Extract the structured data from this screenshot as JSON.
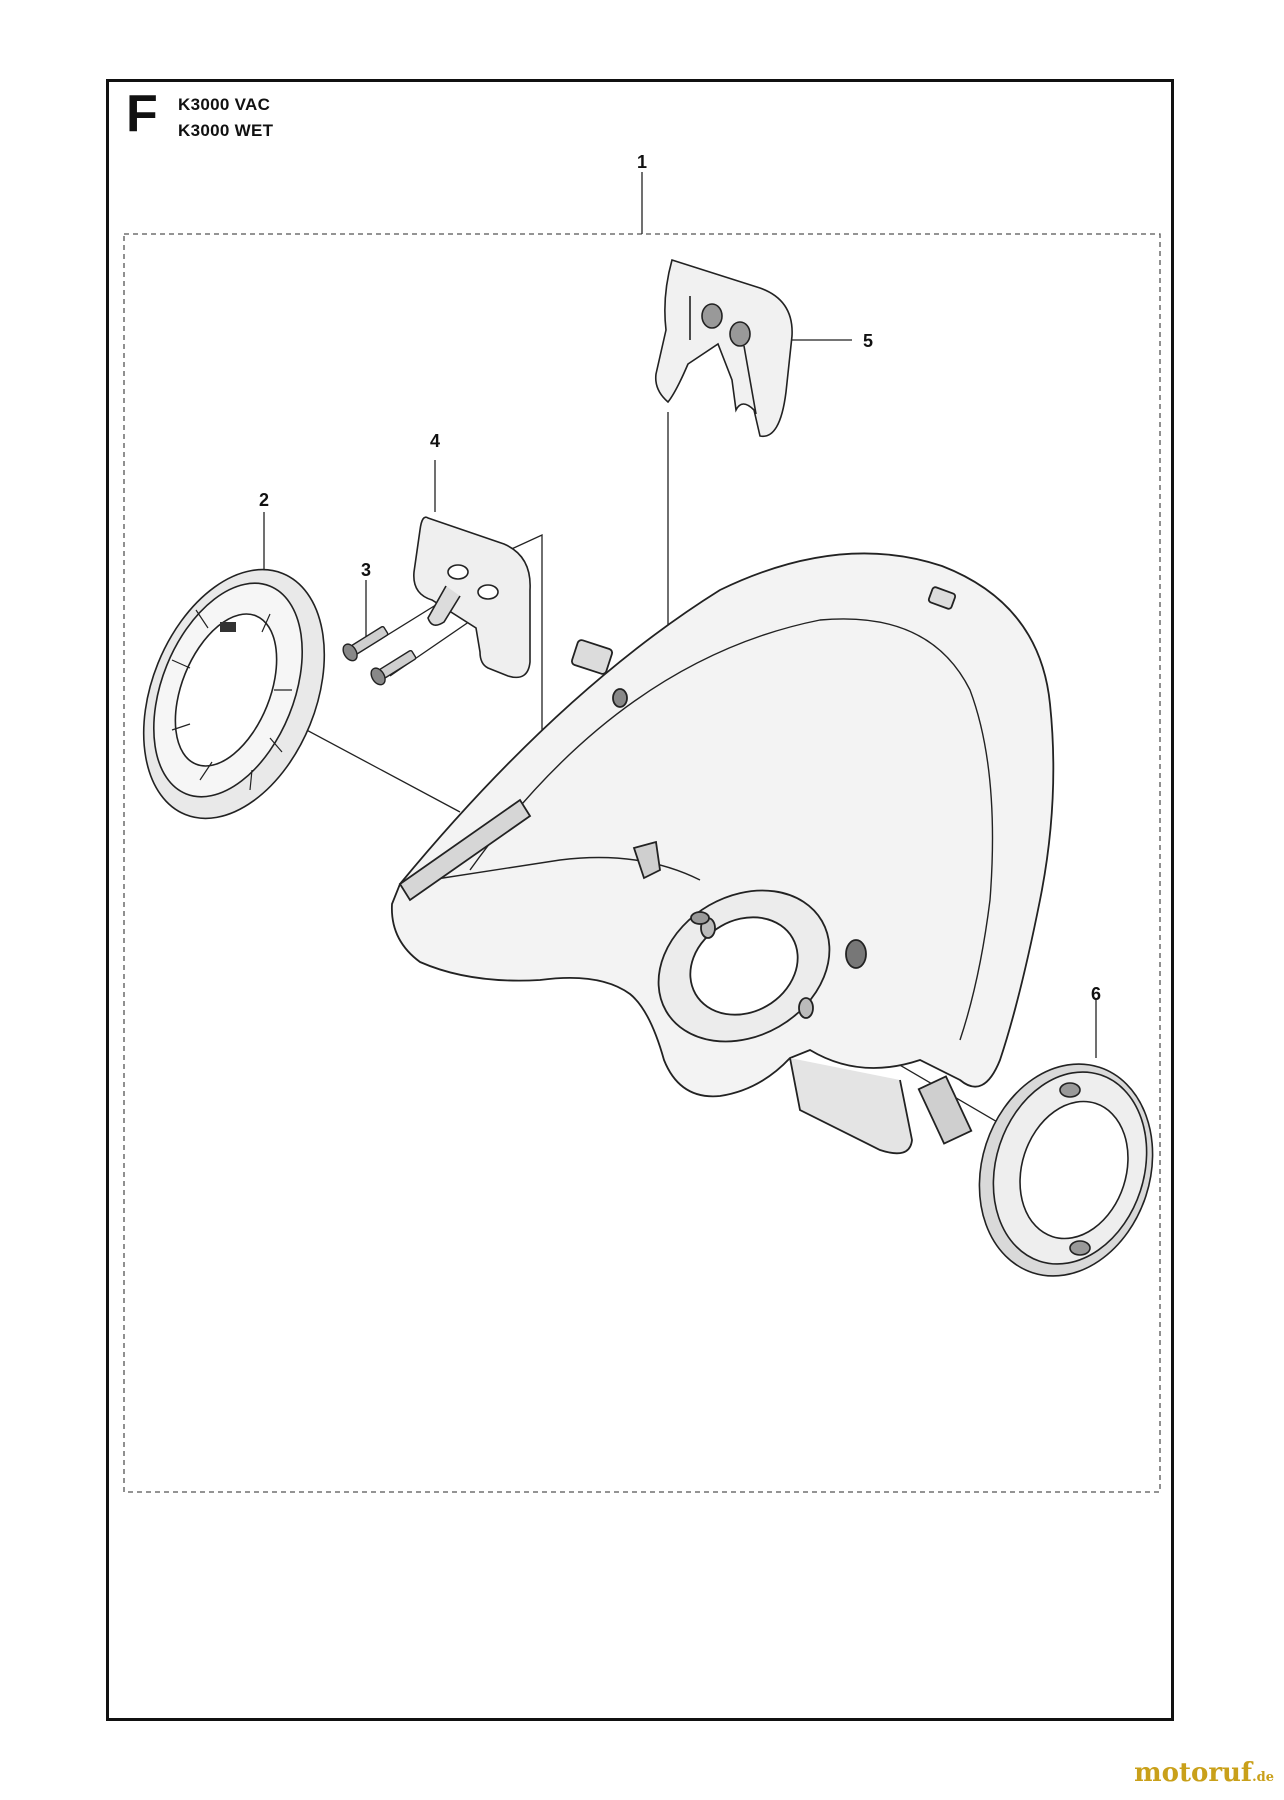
{
  "section_letter": "F",
  "models": [
    "K3000 VAC",
    "K3000 WET"
  ],
  "callouts": [
    "1",
    "2",
    "3",
    "4",
    "5",
    "6"
  ],
  "watermark": {
    "name": "motoruf",
    "tld": ".de",
    "color": "#c9a01a"
  }
}
